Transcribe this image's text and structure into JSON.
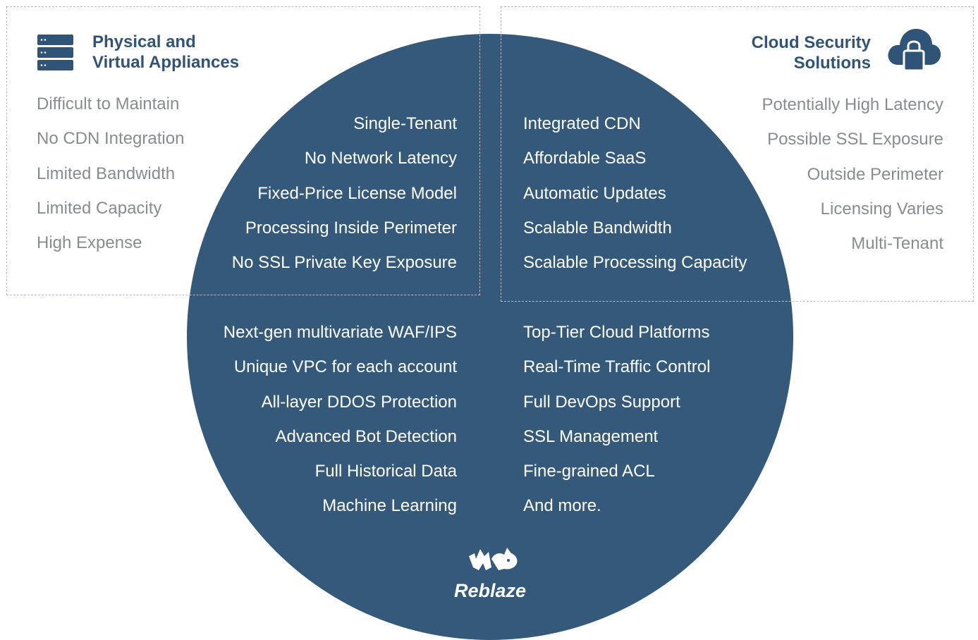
{
  "header_left": {
    "title_line1": "Physical and",
    "title_line2": "Virtual Appliances",
    "icon": "server-stack-icon"
  },
  "header_right": {
    "title_line1": "Cloud Security",
    "title_line2": "Solutions",
    "icon": "cloud-lock-icon"
  },
  "appliance_cons": [
    "Difficult to Maintain",
    "No CDN Integration",
    "Limited Bandwidth",
    "Limited Capacity",
    "High Expense"
  ],
  "cloud_cons": [
    "Potentially High Latency",
    "Possible SSL Exposure",
    "Outside Perimeter",
    "Licensing Varies",
    "Multi-Tenant"
  ],
  "appliance_pros": [
    "Single-Tenant",
    "No Network Latency",
    "Fixed-Price License Model",
    "Processing Inside Perimeter",
    "No SSL Private Key Exposure"
  ],
  "cloud_pros": [
    "Integrated CDN",
    "Affordable SaaS",
    "Automatic Updates",
    "Scalable Bandwidth",
    "Scalable Processing Capacity"
  ],
  "reblaze_left": [
    "Next-gen multivariate WAF/IPS",
    "Unique VPC for each account",
    "All-layer DDOS Protection",
    "Advanced Bot Detection",
    "Full Historical Data",
    "Machine Learning"
  ],
  "reblaze_right": [
    "Top-Tier Cloud Platforms",
    "Real-Time Traffic Control",
    "Full DevOps Support",
    "SSL Management",
    "Fine-grained ACL",
    "And more."
  ],
  "brand": {
    "name": "Reblaze",
    "logo_icon": "rhino-logo-icon"
  },
  "colors": {
    "circle": "#34597b",
    "title": "#2f5478",
    "gray_text": "#888c91",
    "dash": "#b7bcc2"
  }
}
